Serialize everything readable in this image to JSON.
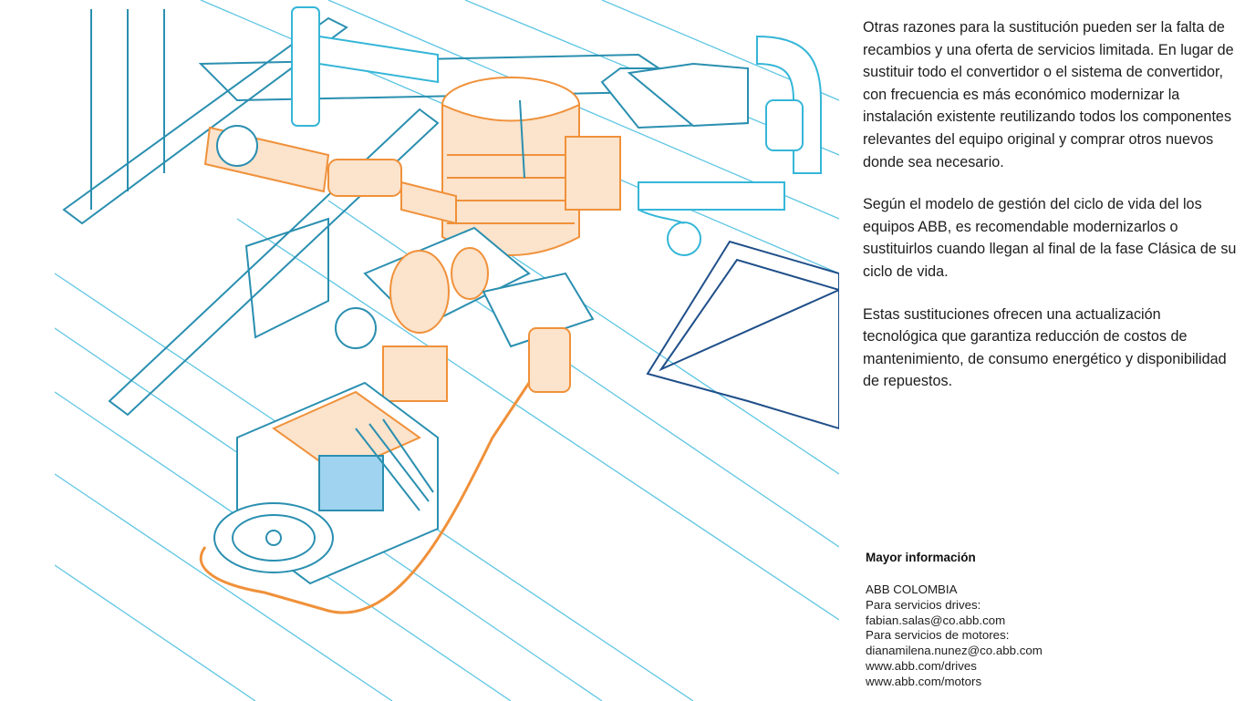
{
  "article": {
    "paragraphs": [
      "Otras razones para la sustitución pueden ser la falta de recambios y una oferta de servicios limitada. En lugar de sustituir todo el convertidor o el sistema de convertidor, con frecuencia es más económico modernizar la instalación existente reutilizando todos los componentes relevantes del equipo original y comprar otros nuevos donde sea necesario.",
      "Según el modelo de gestión del ciclo de vida del los equipos ABB, es recomendable modernizarlos o sustituirlos cuando llegan al final de la fase Clásica de su ciclo de vida.",
      "Estas sustituciones ofrecen una actualización tecnológica que garantiza reducción de costos de mantenimiento, de consumo energético y disponibilidad de repuestos."
    ]
  },
  "more_info": {
    "title": "Mayor información",
    "company": "ABB COLOMBIA",
    "drives_label": "Para servicios drives:",
    "drives_email": "fabian.salas@co.abb.com",
    "motors_label": "Para servicios de motores:",
    "motors_email": "dianamilena.nunez@co.abb.com",
    "web_drives": "www.abb.com/drives",
    "web_motors": "www.abb.com/motors"
  },
  "illustration": {
    "subject": "industrial-motor-pump-line-drawing",
    "colors": {
      "cyan": "#35b6d8",
      "teal": "#2a8fb0",
      "navy": "#1f4f8a",
      "orange": "#f0913a",
      "orange_fill": "#fbe3cc",
      "blue_fill": "#9fd3ef"
    }
  }
}
